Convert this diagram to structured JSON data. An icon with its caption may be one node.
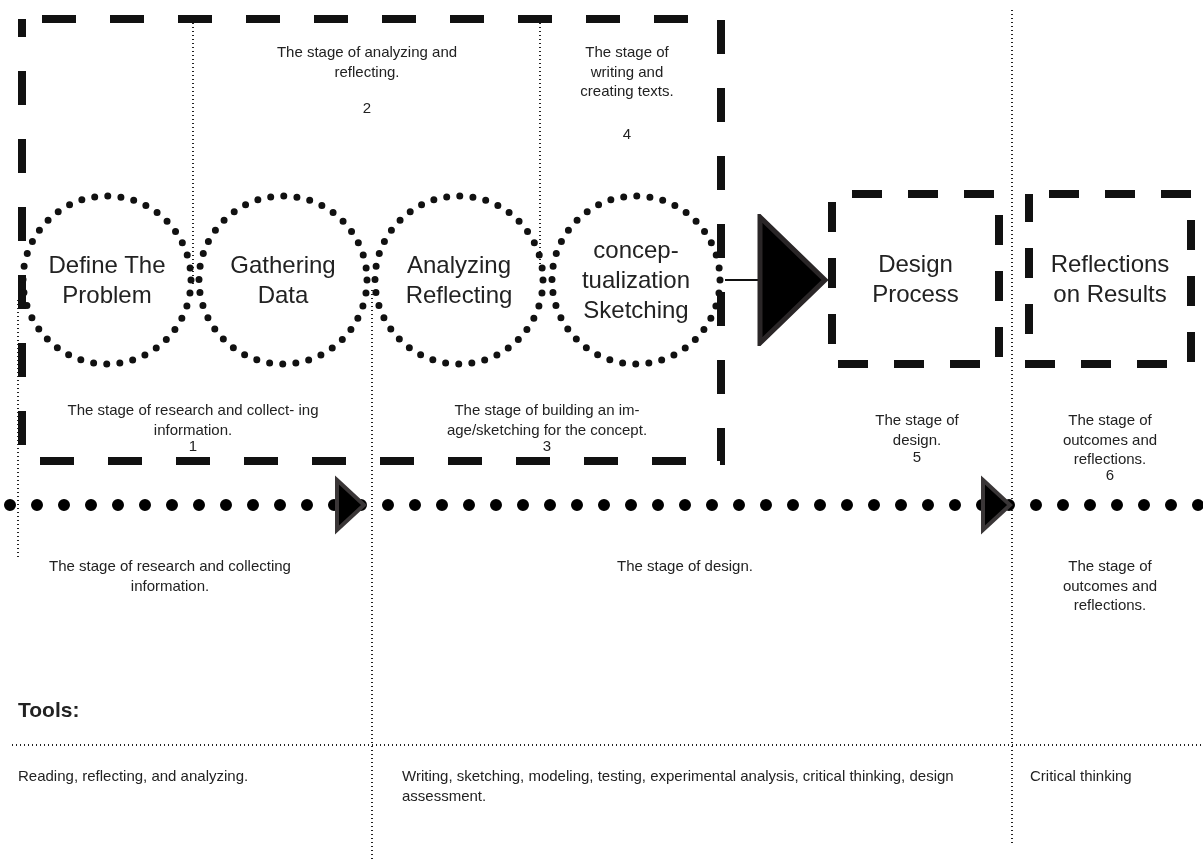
{
  "diagram": {
    "nodes": [
      {
        "text": [],
        "shape": "box"
      },
      {
        "text": [
          "Define The Problem"
        ],
        "in": 0
      },
      {
        "text": [
          "Gathering Data"
        ],
        "in": 0
      },
      {
        "text": [
          "Analyzing Reflecting"
        ],
        "in": 0
      },
      {
        "text": [
          "concep- tualization Sketching"
        ],
        "in": 0
      },
      {
        "text": [
          "Design Process"
        ]
      },
      {
        "text": [
          "Reflections on Results"
        ]
      }
    ],
    "edges": [
      {
        "from": 0,
        "to": 5,
        "arrow": "to"
      }
    ],
    "labels": [
      "The stage of analyzing and reflecting.",
      "2",
      "The stage of writing and creating texts.",
      "4",
      "The stage of research and collect- ing information.",
      "1",
      "The stage of building an im- age/sketching for the concept.",
      "3",
      "The stage of design.",
      "5",
      "The stage of outcomes and reflections.",
      "6",
      "The stage of research and collecting information.",
      "The stage of design.",
      "The stage of outcomes and reflections.",
      "Tools:",
      "Reading, reflecting, and analyzing.",
      "Writing, sketching, modeling, testing, experimental analysis, critical thinking, design assessment.",
      "Critical thinking"
    ]
  }
}
